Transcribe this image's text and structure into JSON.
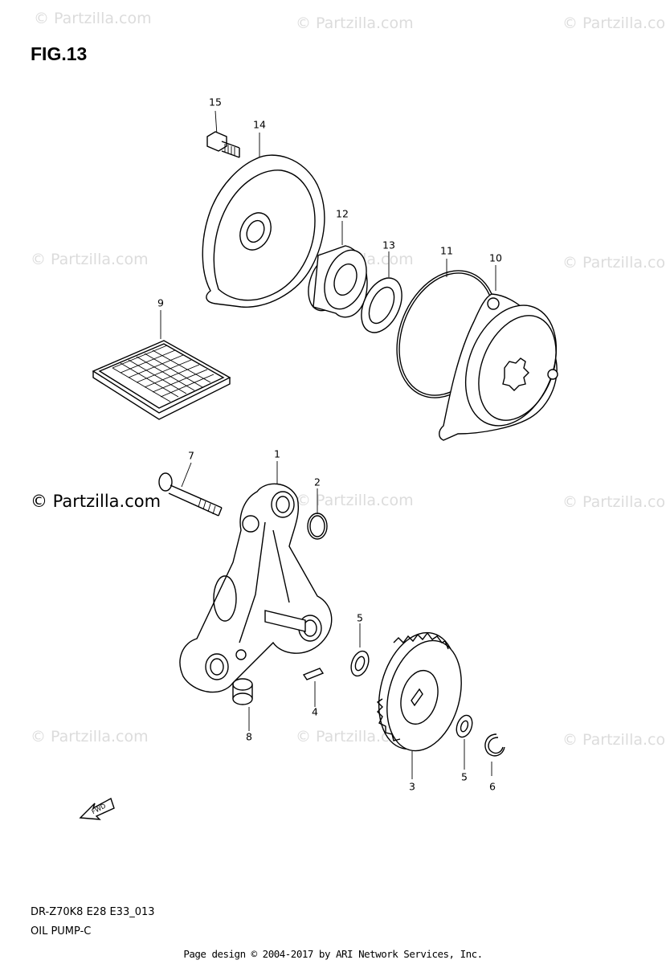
{
  "figure": {
    "title": "FIG.13",
    "diagram_code": "DR-Z70K8 E28 E33_013",
    "diagram_name": "OIL PUMP-C"
  },
  "watermark": {
    "text": "© Partzilla.com"
  },
  "callouts": [
    "1",
    "2",
    "3",
    "4",
    "5",
    "5",
    "6",
    "7",
    "8",
    "9",
    "10",
    "11",
    "12",
    "13",
    "14",
    "15"
  ],
  "fwd_label": "FWD",
  "footer": {
    "copyright": "Page design © 2004-2017 by ARI Network Services, Inc."
  }
}
